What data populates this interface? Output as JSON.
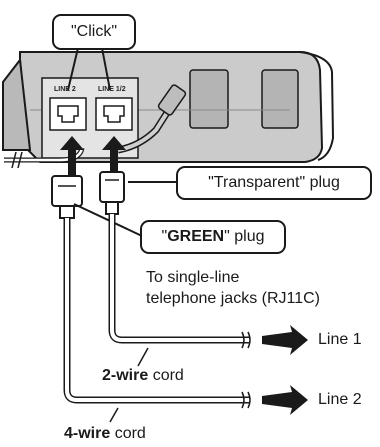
{
  "labels": {
    "click": "\"Click\"",
    "line2_port": "LINE 2",
    "line12_port": "LINE 1/2",
    "transparent_plug": "\"Transparent\" plug",
    "green_plug_open": "\"",
    "green_plug_bold": "GREEN",
    "green_plug_close": "\" plug",
    "to_jacks_1": "To single-line",
    "to_jacks_2": "telephone jacks (RJ11C)",
    "line1": "Line 1",
    "line2": "Line 2",
    "two_wire_bold": "2-wire",
    "two_wire_rest": " cord",
    "four_wire_bold": "4-wire",
    "four_wire_rest": " cord"
  },
  "colors": {
    "ink": "#1a1a1a",
    "device": "#c8c8c8",
    "device_dark": "#9a9a9a"
  },
  "icons": [
    "arrow-right-icon",
    "arrow-up-icon"
  ]
}
